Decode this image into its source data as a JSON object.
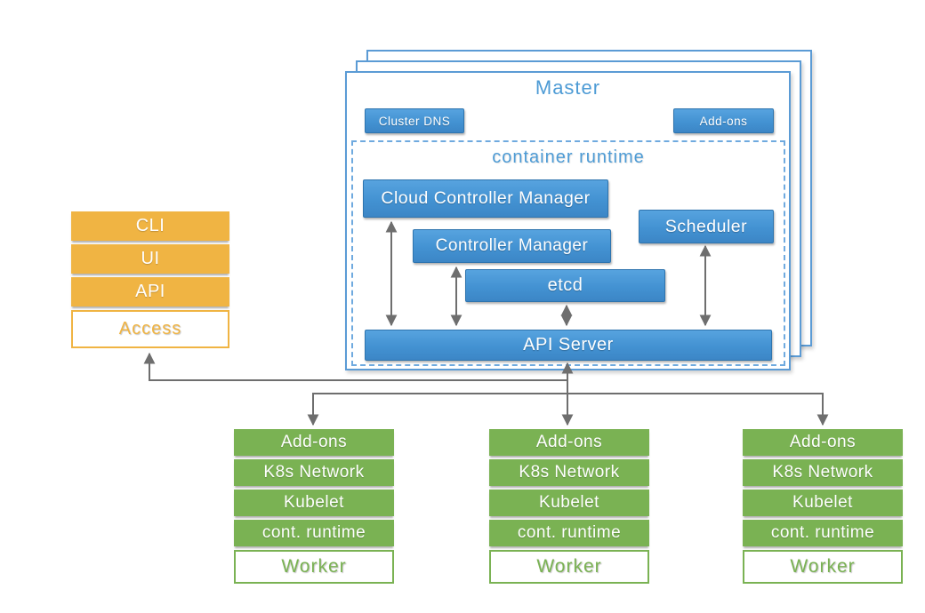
{
  "master": {
    "title": "Master",
    "buttons": {
      "cluster_dns": "Cluster DNS",
      "addons": "Add-ons"
    },
    "runtime": {
      "title": "container runtime",
      "components": {
        "cloud_controller_manager": "Cloud Controller Manager",
        "controller_manager": "Controller Manager",
        "scheduler": "Scheduler",
        "etcd": "etcd",
        "api_server": "API Server"
      }
    }
  },
  "access": {
    "rows": [
      "CLI",
      "UI",
      "API"
    ],
    "label": "Access"
  },
  "workers": [
    {
      "rows": [
        "Add-ons",
        "K8s Network",
        "Kubelet",
        "cont. runtime"
      ],
      "label": "Worker"
    },
    {
      "rows": [
        "Add-ons",
        "K8s Network",
        "Kubelet",
        "cont. runtime"
      ],
      "label": "Worker"
    },
    {
      "rows": [
        "Add-ons",
        "K8s Network",
        "Kubelet",
        "cont. runtime"
      ],
      "label": "Worker"
    }
  ],
  "colors": {
    "node_blue_top": "#57A3DF",
    "node_blue_bottom": "#3C86C6",
    "master_outline": "#5B9BD5",
    "dashed_outline": "#6FAADF",
    "label_blue": "#4D9BD5",
    "access_orange": "#F0B443",
    "worker_green": "#7AB253",
    "arrow_gray": "#6E6E6E"
  }
}
